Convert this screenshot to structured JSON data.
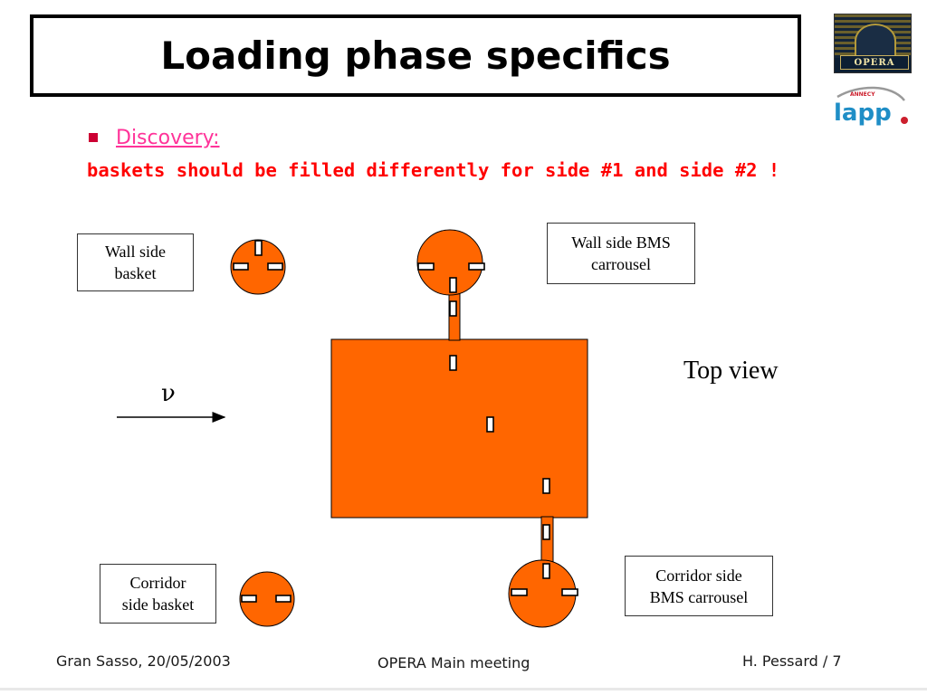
{
  "slide": {
    "title": "Loading phase specifics",
    "bullet_label": "Discovery:",
    "statement": "baskets should be filled differently for side #1 and side #2 !"
  },
  "logos": {
    "opera_text": "OPERA",
    "lapp_text": "lapp",
    "lapp_subtext": "ANNECY"
  },
  "diagram": {
    "labels": {
      "wall_side_basket": "Wall side\nbasket",
      "wall_side_carrousel": "Wall side BMS\ncarrousel",
      "corridor_side_basket": "Corridor\nside basket",
      "corridor_side_carrousel": "Corridor side\nBMS carrousel",
      "view": "Top view",
      "beam_symbol": "ν"
    },
    "colors": {
      "fill": "#ff6600",
      "stroke": "#000000",
      "slot_fill": "#ffffff"
    }
  },
  "footer": {
    "left": "Gran Sasso, 20/05/2003",
    "center": "OPERA Main meeting",
    "right": "H. Pessard /  7"
  }
}
